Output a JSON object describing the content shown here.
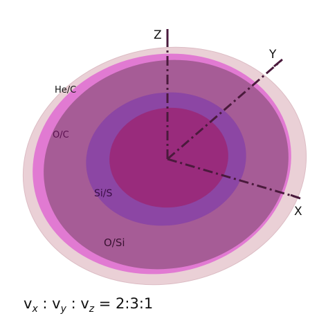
{
  "axes": {
    "z": "Z",
    "y": "Y",
    "x": "X"
  },
  "layers": {
    "he_c": "He/C",
    "o_c": "O/C",
    "si_s": "Si/S",
    "o_si": "O/Si"
  },
  "caption": {
    "vx": "v",
    "vx_sub": "x",
    "sep1": " : v",
    "vy_sub": "y",
    "sep2": " : v",
    "vz_sub": "z",
    "ratio": " = 2:3:1"
  },
  "colors": {
    "he_c_shell": "#e6c8cf",
    "o_c_shell": "#e070d2",
    "o_si_shell": "#a25b92",
    "si_s_shell": "#8a44a4",
    "core": "#9a2a7a",
    "axis": "#4a1a3c"
  }
}
